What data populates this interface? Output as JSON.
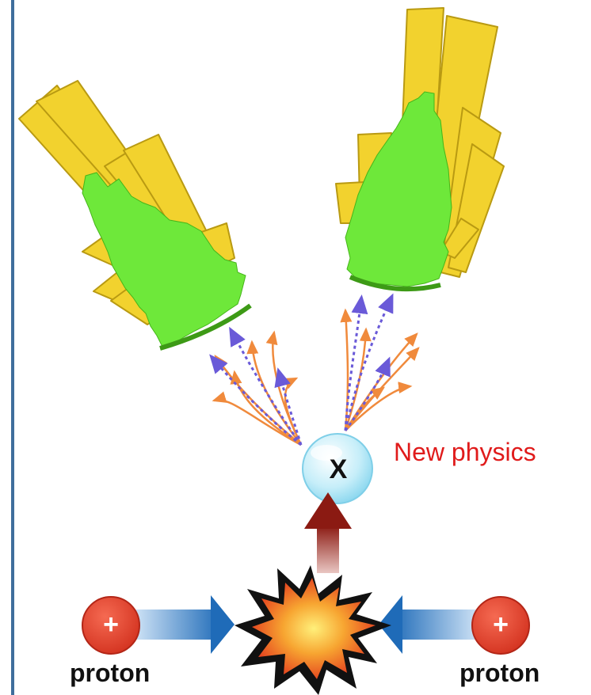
{
  "labels": {
    "new_physics": "New physics",
    "particle_x": "X",
    "proton_left": "proton",
    "proton_right": "proton",
    "charge_left": "+",
    "charge_right": "+"
  },
  "colors": {
    "tower_yellow": "#f2d22e",
    "tower_green": "#6ee83a",
    "track_orange": "#f08a3c",
    "track_blue": "#6a5ad8",
    "proton_red": "#e8402d",
    "beam_blue": "#1f6bb8",
    "text_red": "#e01b1b",
    "rule_blue": "#3f6e9c"
  },
  "icons": [
    "proton-left-icon",
    "proton-right-icon",
    "collision-burst-icon",
    "outgoing-arrow-icon",
    "new-particle-icon"
  ]
}
